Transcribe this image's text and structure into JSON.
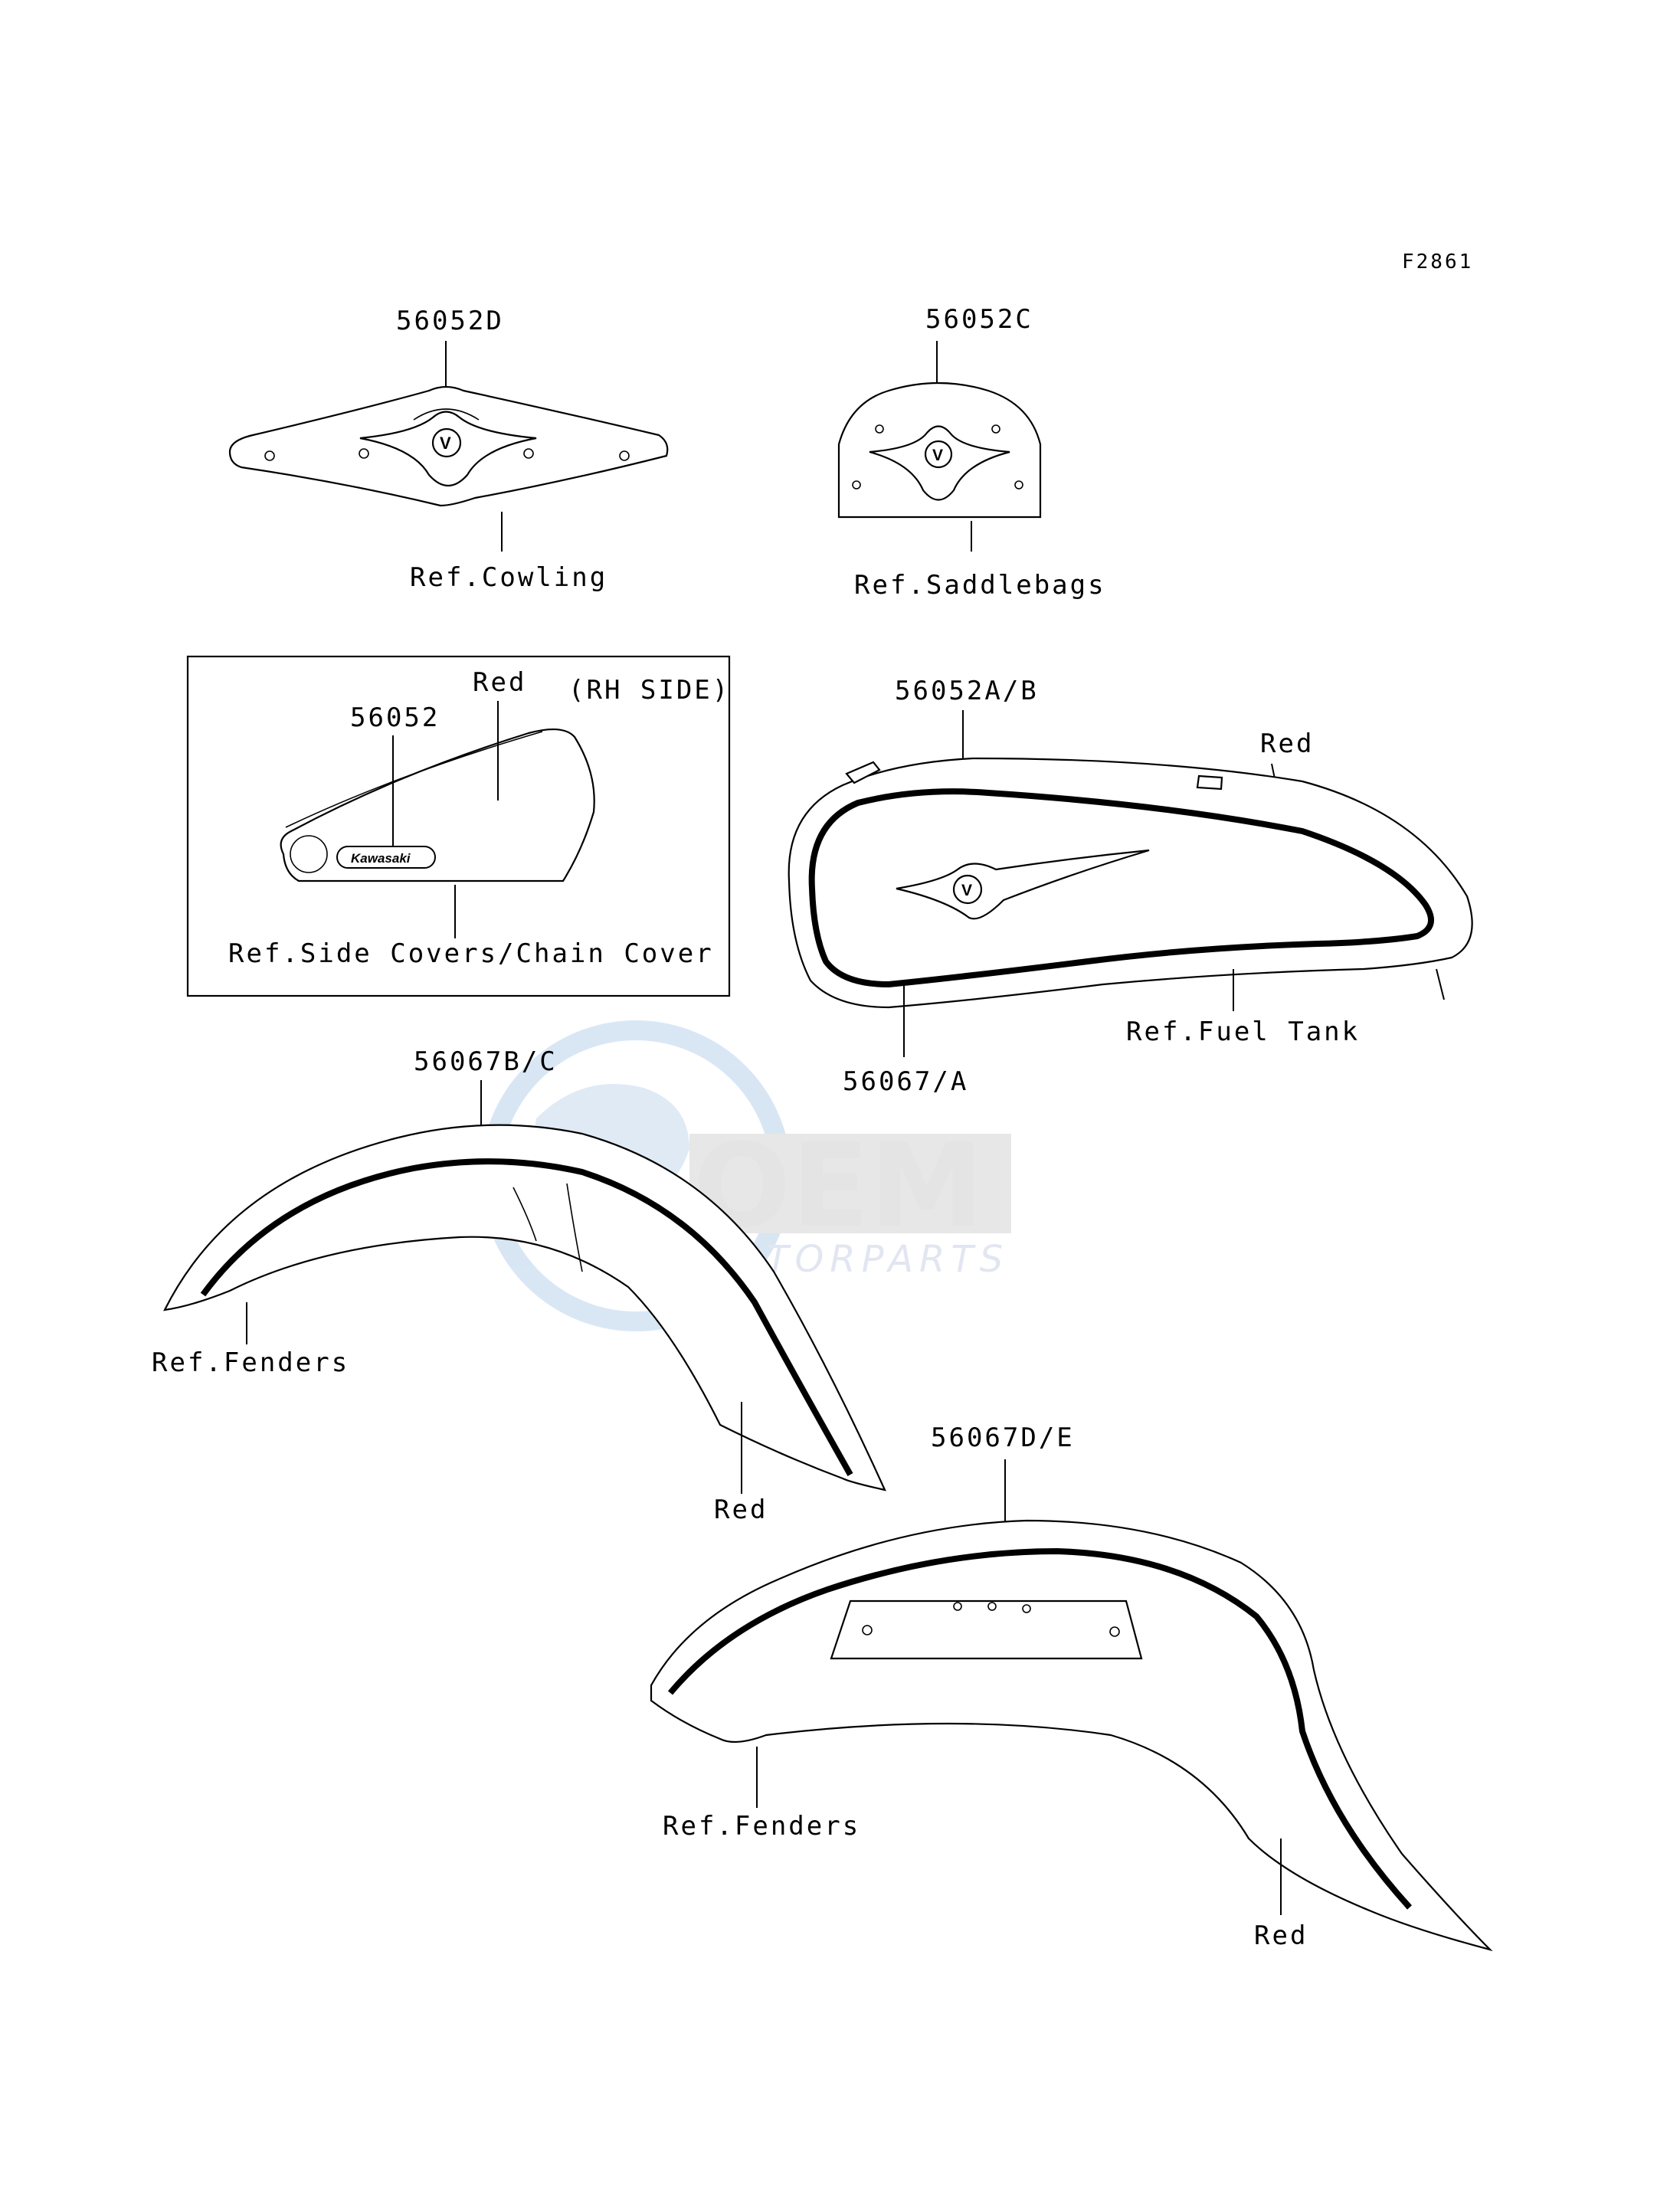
{
  "figure_code": "F2861",
  "watermark": {
    "brand": "OEM",
    "sub": "MOTORPARTS",
    "colors": {
      "globe": "#b9d3ec",
      "letters": "#cfcfcf"
    }
  },
  "parts": {
    "cowling": {
      "number": "56052D",
      "ref": "Ref.Cowling"
    },
    "saddlebags": {
      "number": "56052C",
      "ref": "Ref.Saddlebags"
    },
    "side_cover": {
      "number": "56052",
      "color": "Red",
      "side": "(RH SIDE)",
      "ref": "Ref.Side Covers/Chain Cover",
      "badge_text": "Kawasaki"
    },
    "fuel_tank": {
      "number": "56052A/B",
      "color": "Red",
      "stripe_number": "56067/A",
      "ref": "Ref.Fuel Tank"
    },
    "front_fender": {
      "number": "56067B/C",
      "color": "Red",
      "ref": "Ref.Fenders"
    },
    "rear_fender": {
      "number": "56067D/E",
      "color": "Red",
      "ref": "Ref.Fenders"
    }
  }
}
